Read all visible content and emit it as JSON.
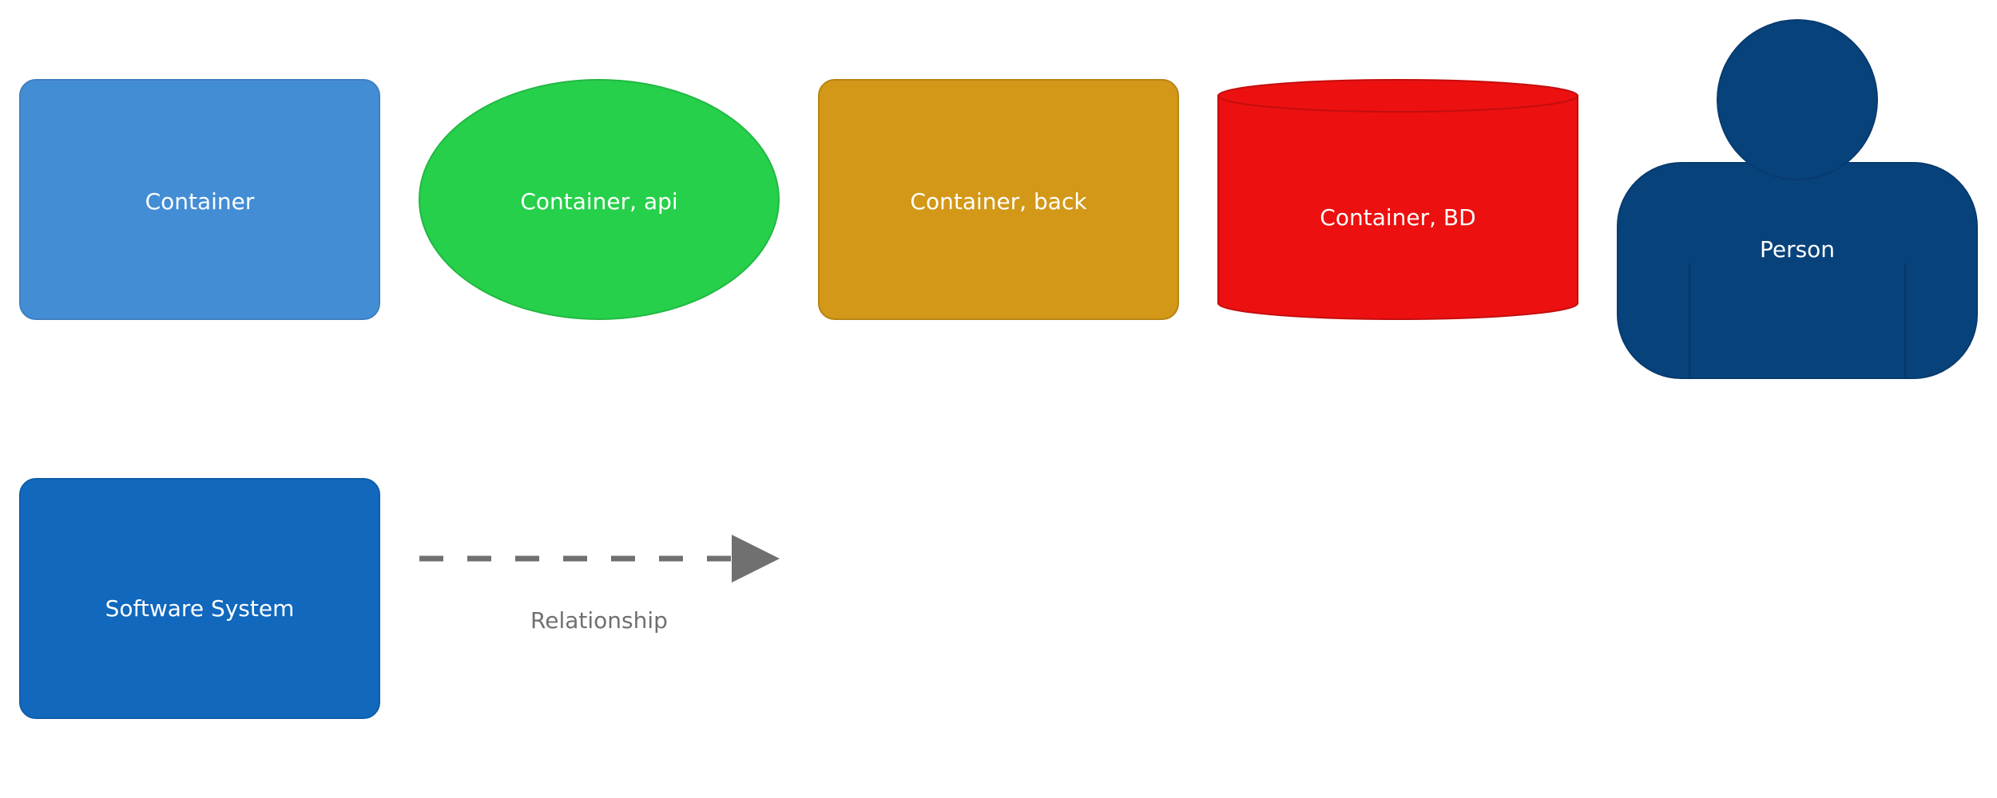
{
  "legend": {
    "container": {
      "label": "Container",
      "color": "#438dd5",
      "border": "#3f7fbf"
    },
    "container_api": {
      "label": "Container, api",
      "color": "#26d04a",
      "border": "#22b843"
    },
    "container_back": {
      "label": "Container, back",
      "color": "#d39817",
      "border": "#b88412"
    },
    "container_db": {
      "label": "Container, BD",
      "color": "#ec1010",
      "border": "#c40d0d"
    },
    "person": {
      "label": "Person",
      "color": "#08427b",
      "border": "#073b6f"
    },
    "software_system": {
      "label": "Software System",
      "color": "#1168bd",
      "border": "#0f5eaa"
    },
    "relationship": {
      "label": "Relationship",
      "color": "#707070",
      "style": "dashed"
    }
  }
}
